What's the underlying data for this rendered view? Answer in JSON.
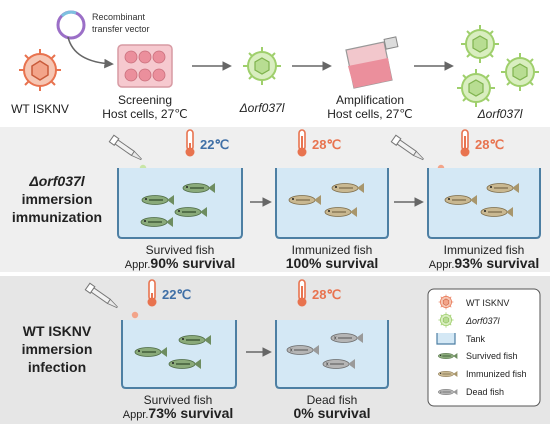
{
  "top": {
    "vector_label_1": "Recombinant",
    "vector_label_2": "transfer vector",
    "wt_label": "WT ISKNV",
    "screening_label": "Screening",
    "screening_host": "Host cells, 27℃",
    "mutant_label": "Δorf037l",
    "amplification_label": "Amplification",
    "amplification_host": "Host cells, 27℃",
    "mutant_label_2": "Δorf037l"
  },
  "immunization": {
    "title_1": "Δorf037l",
    "title_2": "immersion",
    "title_3": "immunization",
    "temps": [
      "22℃",
      "28℃",
      "28℃"
    ],
    "captions": [
      "Survived fish",
      "Immunized fish",
      "Immunized fish"
    ],
    "survival": [
      {
        "prefix": "Appr.",
        "value": "90% survival"
      },
      {
        "prefix": "",
        "value": "100% survival"
      },
      {
        "prefix": "Appr.",
        "value": "93% survival"
      }
    ]
  },
  "infection": {
    "title_1": "WT ISKNV",
    "title_2": "immersion",
    "title_3": "infection",
    "temps": [
      "22℃",
      "28℃"
    ],
    "captions": [
      "Survived fish",
      "Dead fish"
    ],
    "survival": [
      {
        "prefix": "Appr.",
        "value": "73% survival"
      },
      {
        "prefix": "",
        "value": "0% survival"
      }
    ]
  },
  "legend": {
    "items": [
      "WT ISKNV",
      "Δorf037l",
      "Tank",
      "Survived fish",
      "Immunized fish",
      "Dead fish"
    ]
  },
  "colors": {
    "wt_virus": "#e8734f",
    "mutant_virus": "#9fcf6c",
    "tank_water": "#d4e8f5",
    "tank_edge": "#4d7fa3",
    "warm": "#e8734f",
    "cool": "#3f6fa6",
    "band_bg": "#eeeeee"
  }
}
